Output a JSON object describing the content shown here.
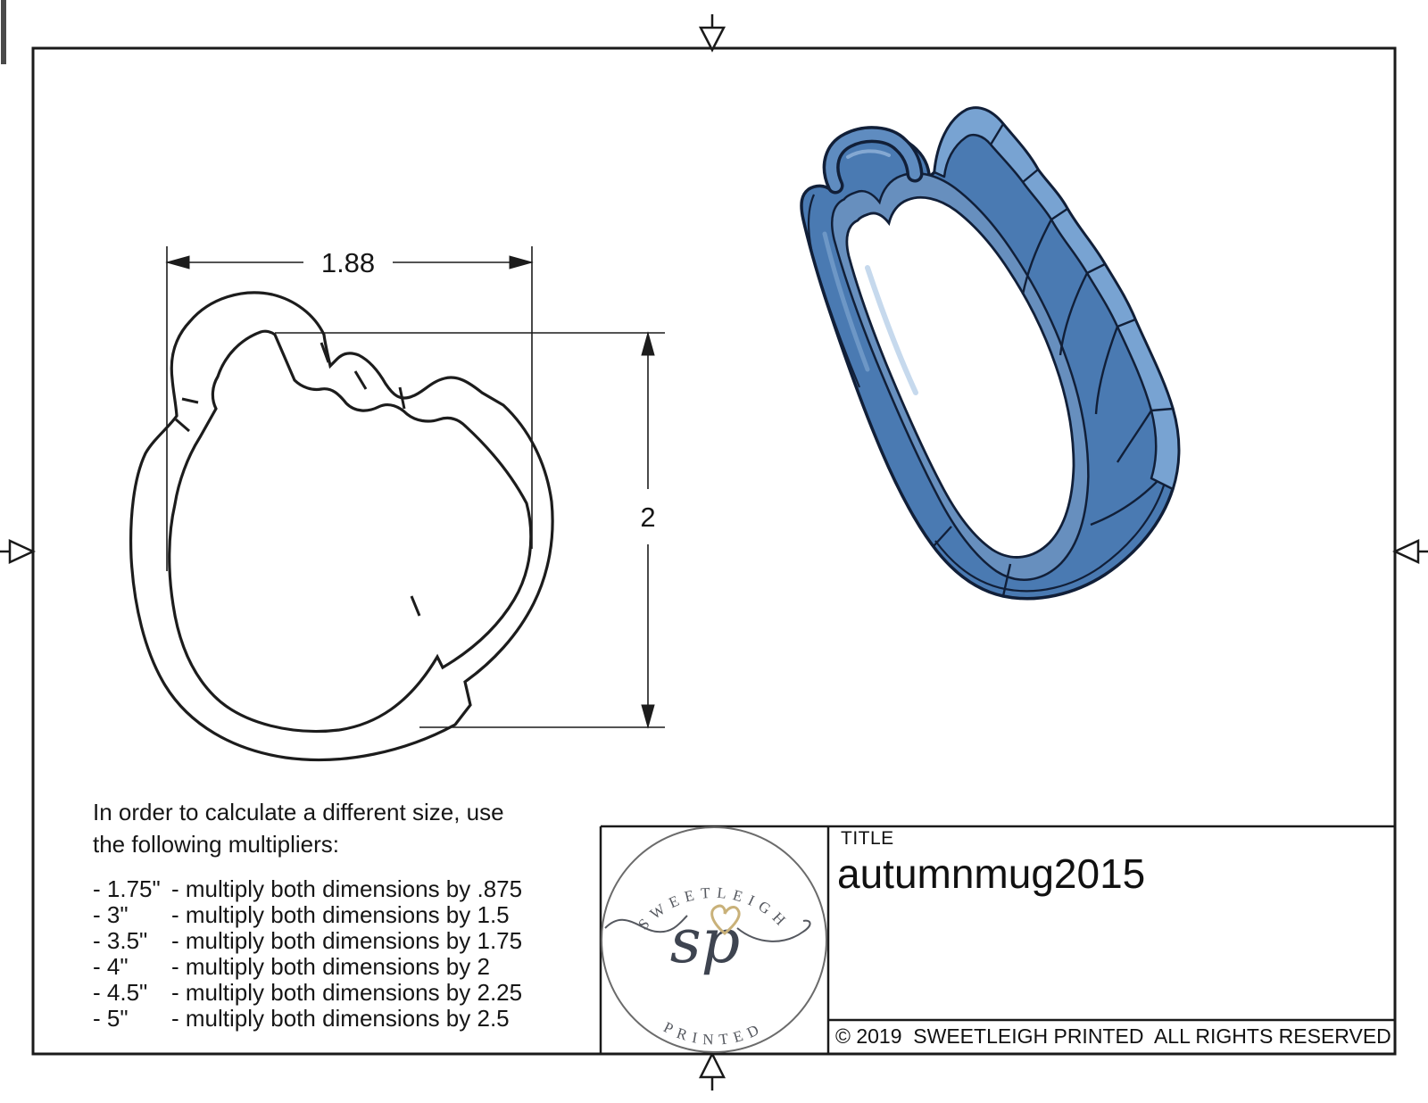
{
  "drawing": {
    "width_dim": "1.88",
    "height_dim": "2"
  },
  "instructions": {
    "intro_line1": "In order to calculate a different size, use",
    "intro_line2": "the following multipliers:",
    "multipliers": [
      {
        "size": "- 1.75\"",
        "rule": "- multiply both dimensions by .875"
      },
      {
        "size": "- 3\"",
        "rule": "- multiply both dimensions by 1.5"
      },
      {
        "size": "- 3.5\"",
        "rule": "- multiply both dimensions by 1.75"
      },
      {
        "size": "- 4\"",
        "rule": "- multiply both dimensions by 2"
      },
      {
        "size": "- 4.5\"",
        "rule": "- multiply both dimensions by 2.25"
      },
      {
        "size": "- 5\"",
        "rule": "- multiply both dimensions by 2.5"
      }
    ]
  },
  "title_block": {
    "label": "TITLE",
    "title": "autumnmug2015",
    "copyright": "© 2019  SWEETLEIGH PRINTED  ALL RIGHTS RESERVED"
  },
  "logo": {
    "arc_top": "SWEETLEIGH",
    "arc_bottom": "PRINTED",
    "monogram": "sp",
    "heart_color": "#c9b179"
  },
  "render_3d": {
    "body_color": "#4a7ab2",
    "top_color": "#78a3d2",
    "inner_color": "#678fbe",
    "outline_color": "#111f38"
  }
}
